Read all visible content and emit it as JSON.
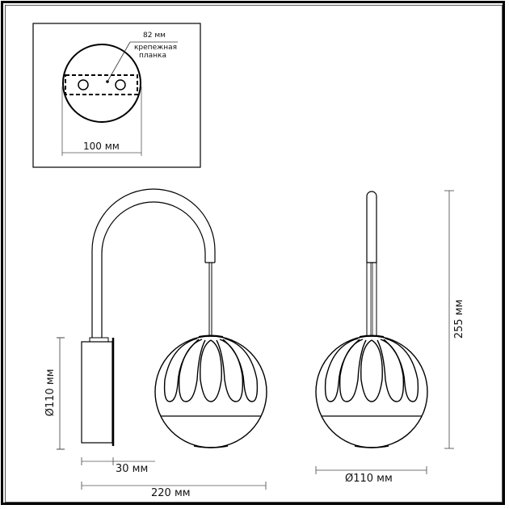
{
  "inset": {
    "plate_width_label": "82 мм",
    "plate_name_line1": "крепежная",
    "plate_name_line2": "планка",
    "base_diameter_label": "100 мм"
  },
  "side_view": {
    "wall_plate_height_label": "Ø110 мм",
    "wall_plate_depth_label": "30 мм",
    "total_reach_label": "220 мм"
  },
  "front_view": {
    "total_height_label": "255 мм",
    "shade_diameter_label": "Ø110 мм"
  },
  "colors": {
    "line": "#000000",
    "dimension_line": "#555555",
    "frame": "#000000",
    "background": "#ffffff"
  }
}
